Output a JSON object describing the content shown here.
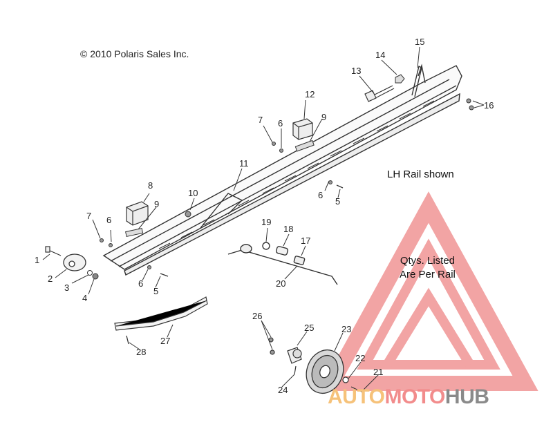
{
  "copyright": "© 2010 Polaris Sales Inc.",
  "note_side": "LH Rail shown",
  "note_qty": [
    "Qtys. Listed",
    "Are Per Rail"
  ],
  "watermark": {
    "part1": "AUTO",
    "part2": "MOTO",
    "part3": "HUB"
  },
  "colors": {
    "line": "#333333",
    "watermark_red": "#e85a5a",
    "watermark_orange": "#f4b04c",
    "watermark_gray": "#7a7a7a"
  },
  "callouts": [
    "1",
    "2",
    "3",
    "4",
    "5",
    "5",
    "6",
    "6",
    "6",
    "6",
    "7",
    "7",
    "8",
    "9",
    "9",
    "10",
    "11",
    "12",
    "13",
    "14",
    "15",
    "16",
    "17",
    "18",
    "19",
    "20",
    "21",
    "22",
    "23",
    "24",
    "25",
    "26",
    "27",
    "28"
  ]
}
